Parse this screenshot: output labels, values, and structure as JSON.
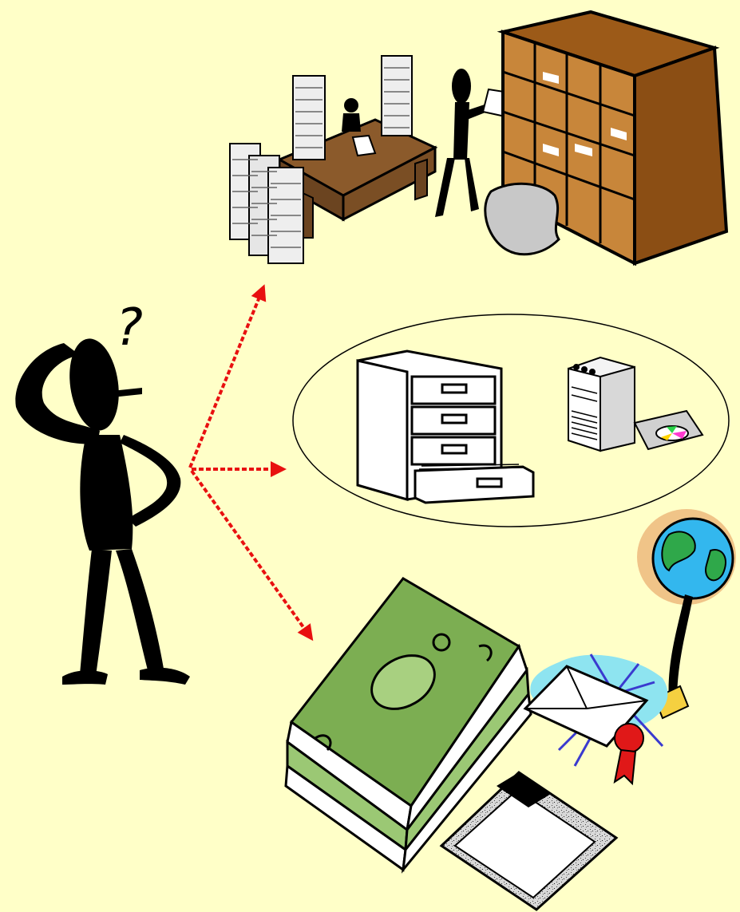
{
  "scene": {
    "background_color": "#ffffc8",
    "arrow_color": "#e81010",
    "thinking_person": {
      "icon": "confused-person-icon",
      "question_mark": "?"
    },
    "options": [
      {
        "id": "paper-office",
        "icons": [
          "paper-stacks-icon",
          "desk-clerk-icon",
          "mail-sorter-icon",
          "pigeonhole-shelf-icon",
          "crumpled-paper-icon"
        ]
      },
      {
        "id": "storage",
        "icons": [
          "filing-cabinet-icon",
          "computer-tower-icon",
          "cd-drive-icon"
        ]
      },
      {
        "id": "electronic-money",
        "icons": [
          "money-stack-icon",
          "globe-icon",
          "certified-email-icon",
          "floppy-disk-icon"
        ]
      }
    ]
  }
}
